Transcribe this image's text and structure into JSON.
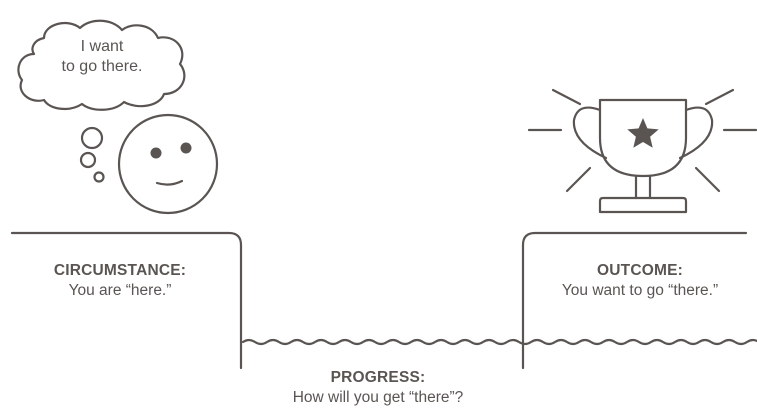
{
  "thought_bubble": {
    "line1": "I want",
    "line2": "to go there."
  },
  "circumstance": {
    "heading": "CIRCUMSTANCE:",
    "text": "You are “here.”"
  },
  "outcome": {
    "heading": "OUTCOME:",
    "text": "You want to go “there.”"
  },
  "progress": {
    "heading": "PROGRESS:",
    "text": "How will you get “there”?"
  },
  "colors": {
    "line": "#5a5552",
    "text": "#5a5552"
  },
  "icons": [
    "thought-bubble-icon",
    "smiley-face-icon",
    "trophy-icon",
    "star-icon",
    "water-wave-icon"
  ]
}
